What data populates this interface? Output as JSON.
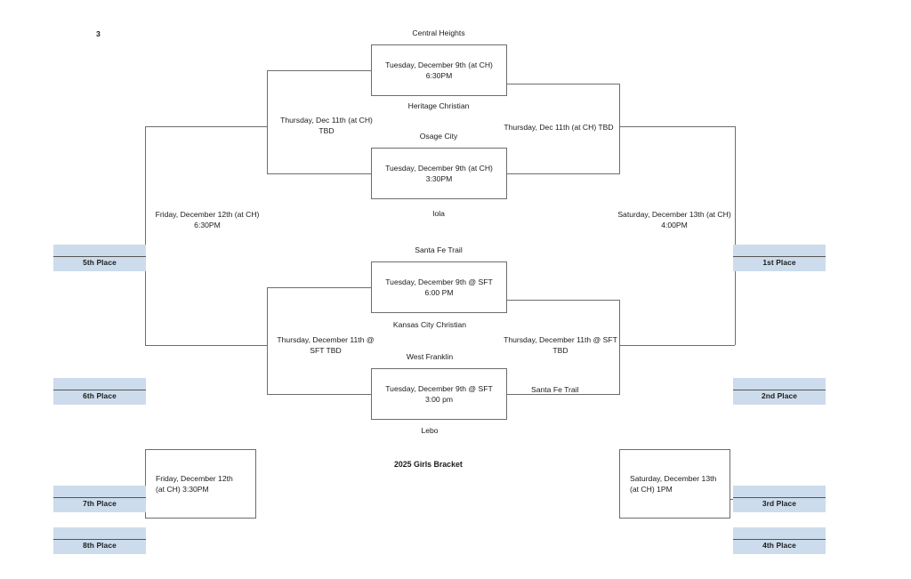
{
  "page": {
    "corner_number": "3",
    "title": "2025 Girls Bracket"
  },
  "teams": {
    "central_heights": "Central Heights",
    "heritage_christian": "Heritage Christian",
    "osage_city": "Osage City",
    "iola": "Iola",
    "santa_fe_trail": "Santa Fe Trail",
    "kansas_city_christian": "Kansas City Christian",
    "west_franklin": "West Franklin",
    "lebo": "Lebo"
  },
  "games": {
    "r1_top": "Tuesday, December 9th (at CH)\n6:30PM",
    "r1_second": "Tuesday, December 9th (at CH)\n3:30PM",
    "r1_third": "Tuesday, December 9th @ SFT\n6:00 PM",
    "r1_fourth": "Tuesday, December 9th @ SFT\n3:00 pm",
    "consolation_7th": "Friday, December 12th\n(at CH) 3:30PM",
    "third_place": "Saturday, December 13th\n(at CH) 1PM"
  },
  "captions": {
    "upper_consolation": "Thursday, Dec 11th (at CH)\nTBD",
    "upper_semifinal": "Thursday, Dec 11th (at CH) TBD",
    "fifth_place_final": "Friday, December 12th (at CH)\n6:30PM",
    "championship": "Saturday, December 13th (at CH)\n4:00PM",
    "lower_consolation": "Thursday, December 11th @\nSFT TBD",
    "lower_semifinal": "Thursday, December 11th  @ SFT\nTBD",
    "lower_winner": "Santa Fe Trail"
  },
  "places": {
    "fifth": "5th Place",
    "sixth": "6th Place",
    "seventh": "7th Place",
    "eighth": "8th Place",
    "first": "1st Place",
    "second": "2nd Place",
    "third": "3rd Place",
    "fourth": "4th Place"
  },
  "colors": {
    "band": "#ccdcec",
    "line": "#6d6d6d",
    "text": "#1b1b1b"
  }
}
